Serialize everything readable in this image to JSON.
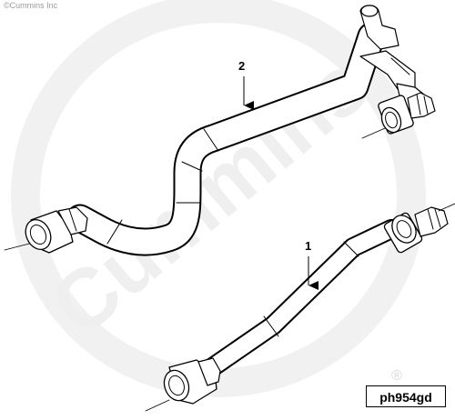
{
  "copyright": "©Cummins Inc",
  "watermark": {
    "brand_text": "Cummins",
    "registered_mark": "®",
    "color": "#f0f0f0"
  },
  "callouts": [
    {
      "number": "2",
      "part": "tube-upper"
    },
    {
      "number": "1",
      "part": "tube-lower"
    }
  ],
  "figure_id": "ph954gd",
  "colors": {
    "line": "#000000",
    "background": "#ffffff"
  }
}
